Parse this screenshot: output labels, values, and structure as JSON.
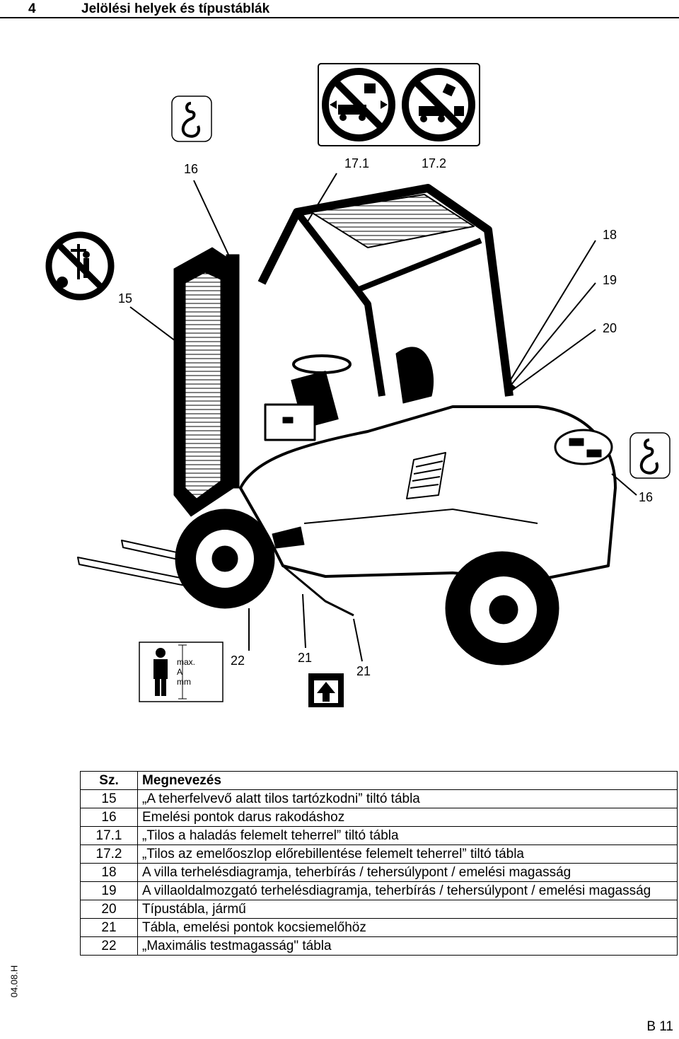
{
  "header": {
    "section_number": "4",
    "section_title": "Jelölési helyek és típustáblák"
  },
  "figure": {
    "callouts": {
      "c15": "15",
      "c16_top": "16",
      "c16_rear": "16",
      "c17_1": "17.1",
      "c17_2": "17.2",
      "c18": "18",
      "c19": "19",
      "c20": "20",
      "c21_a": "21",
      "c21_b": "21",
      "c22": "22"
    },
    "height_plate": {
      "line1": "max.",
      "line2": "A",
      "line3": "mm"
    }
  },
  "legend": {
    "col_no": "Sz.",
    "col_name": "Megnevezés",
    "rows": [
      {
        "no": "15",
        "text": "„A teherfelvevő alatt tilos tartózkodni” tiltó tábla"
      },
      {
        "no": "16",
        "text": "Emelési pontok darus rakodáshoz"
      },
      {
        "no": "17.1",
        "text": "„Tilos a haladás felemelt teherrel” tiltó tábla"
      },
      {
        "no": "17.2",
        "text": "„Tilos az emelőoszlop előrebillentése felemelt teherrel” tiltó tábla"
      },
      {
        "no": "18",
        "text": "A villa terhelésdiagramja, teherbírás / tehersúlypont / emelési magasság"
      },
      {
        "no": "19",
        "text": "A villaoldalmozgató terhelésdiagramja, teherbírás / tehersúlypont / emelési magasság"
      },
      {
        "no": "20",
        "text": "Típustábla, jármű"
      },
      {
        "no": "21",
        "text": "Tábla, emelési pontok kocsiemelőhöz"
      },
      {
        "no": "22",
        "text": "„Maximális testmagasság\" tábla"
      }
    ]
  },
  "footer": {
    "doc_code": "04.08.H",
    "page": "B 11"
  }
}
